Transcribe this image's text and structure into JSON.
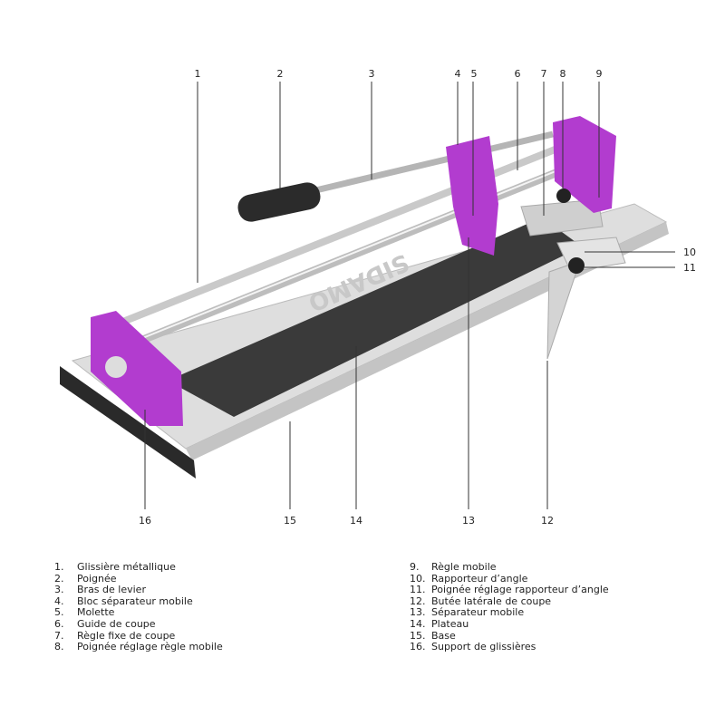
{
  "diagram": {
    "brand_text": "SIDAMO",
    "callouts": [
      "1",
      "2",
      "3",
      "4",
      "5",
      "6",
      "7",
      "8",
      "9",
      "10",
      "11",
      "12",
      "13",
      "14",
      "15",
      "16"
    ],
    "colors": {
      "accent": "#b23ccf",
      "base": "#d9d9d9",
      "plate": "#3a3a3a",
      "rail": "#c9c9c9"
    }
  },
  "legend": {
    "left": [
      {
        "n": "1.",
        "label": "Glissière métallique"
      },
      {
        "n": "2.",
        "label": "Poignée"
      },
      {
        "n": "3.",
        "label": "Bras de levier"
      },
      {
        "n": "4.",
        "label": "Bloc séparateur mobile"
      },
      {
        "n": "5.",
        "label": "Molette"
      },
      {
        "n": "6.",
        "label": "Guide de coupe"
      },
      {
        "n": "7.",
        "label": "Règle fixe de coupe"
      },
      {
        "n": "8.",
        "label": "Poignée réglage règle mobile"
      }
    ],
    "right": [
      {
        "n": "9.",
        "label": "Règle mobile"
      },
      {
        "n": "10.",
        "label": "Rapporteur d’angle"
      },
      {
        "n": "11.",
        "label": "Poignée réglage rapporteur d’angle"
      },
      {
        "n": "12.",
        "label": "Butée latérale de coupe"
      },
      {
        "n": "13.",
        "label": "Séparateur mobile"
      },
      {
        "n": "14.",
        "label": "Plateau"
      },
      {
        "n": "15.",
        "label": "Base"
      },
      {
        "n": "16.",
        "label": "Support de glissières"
      }
    ]
  }
}
